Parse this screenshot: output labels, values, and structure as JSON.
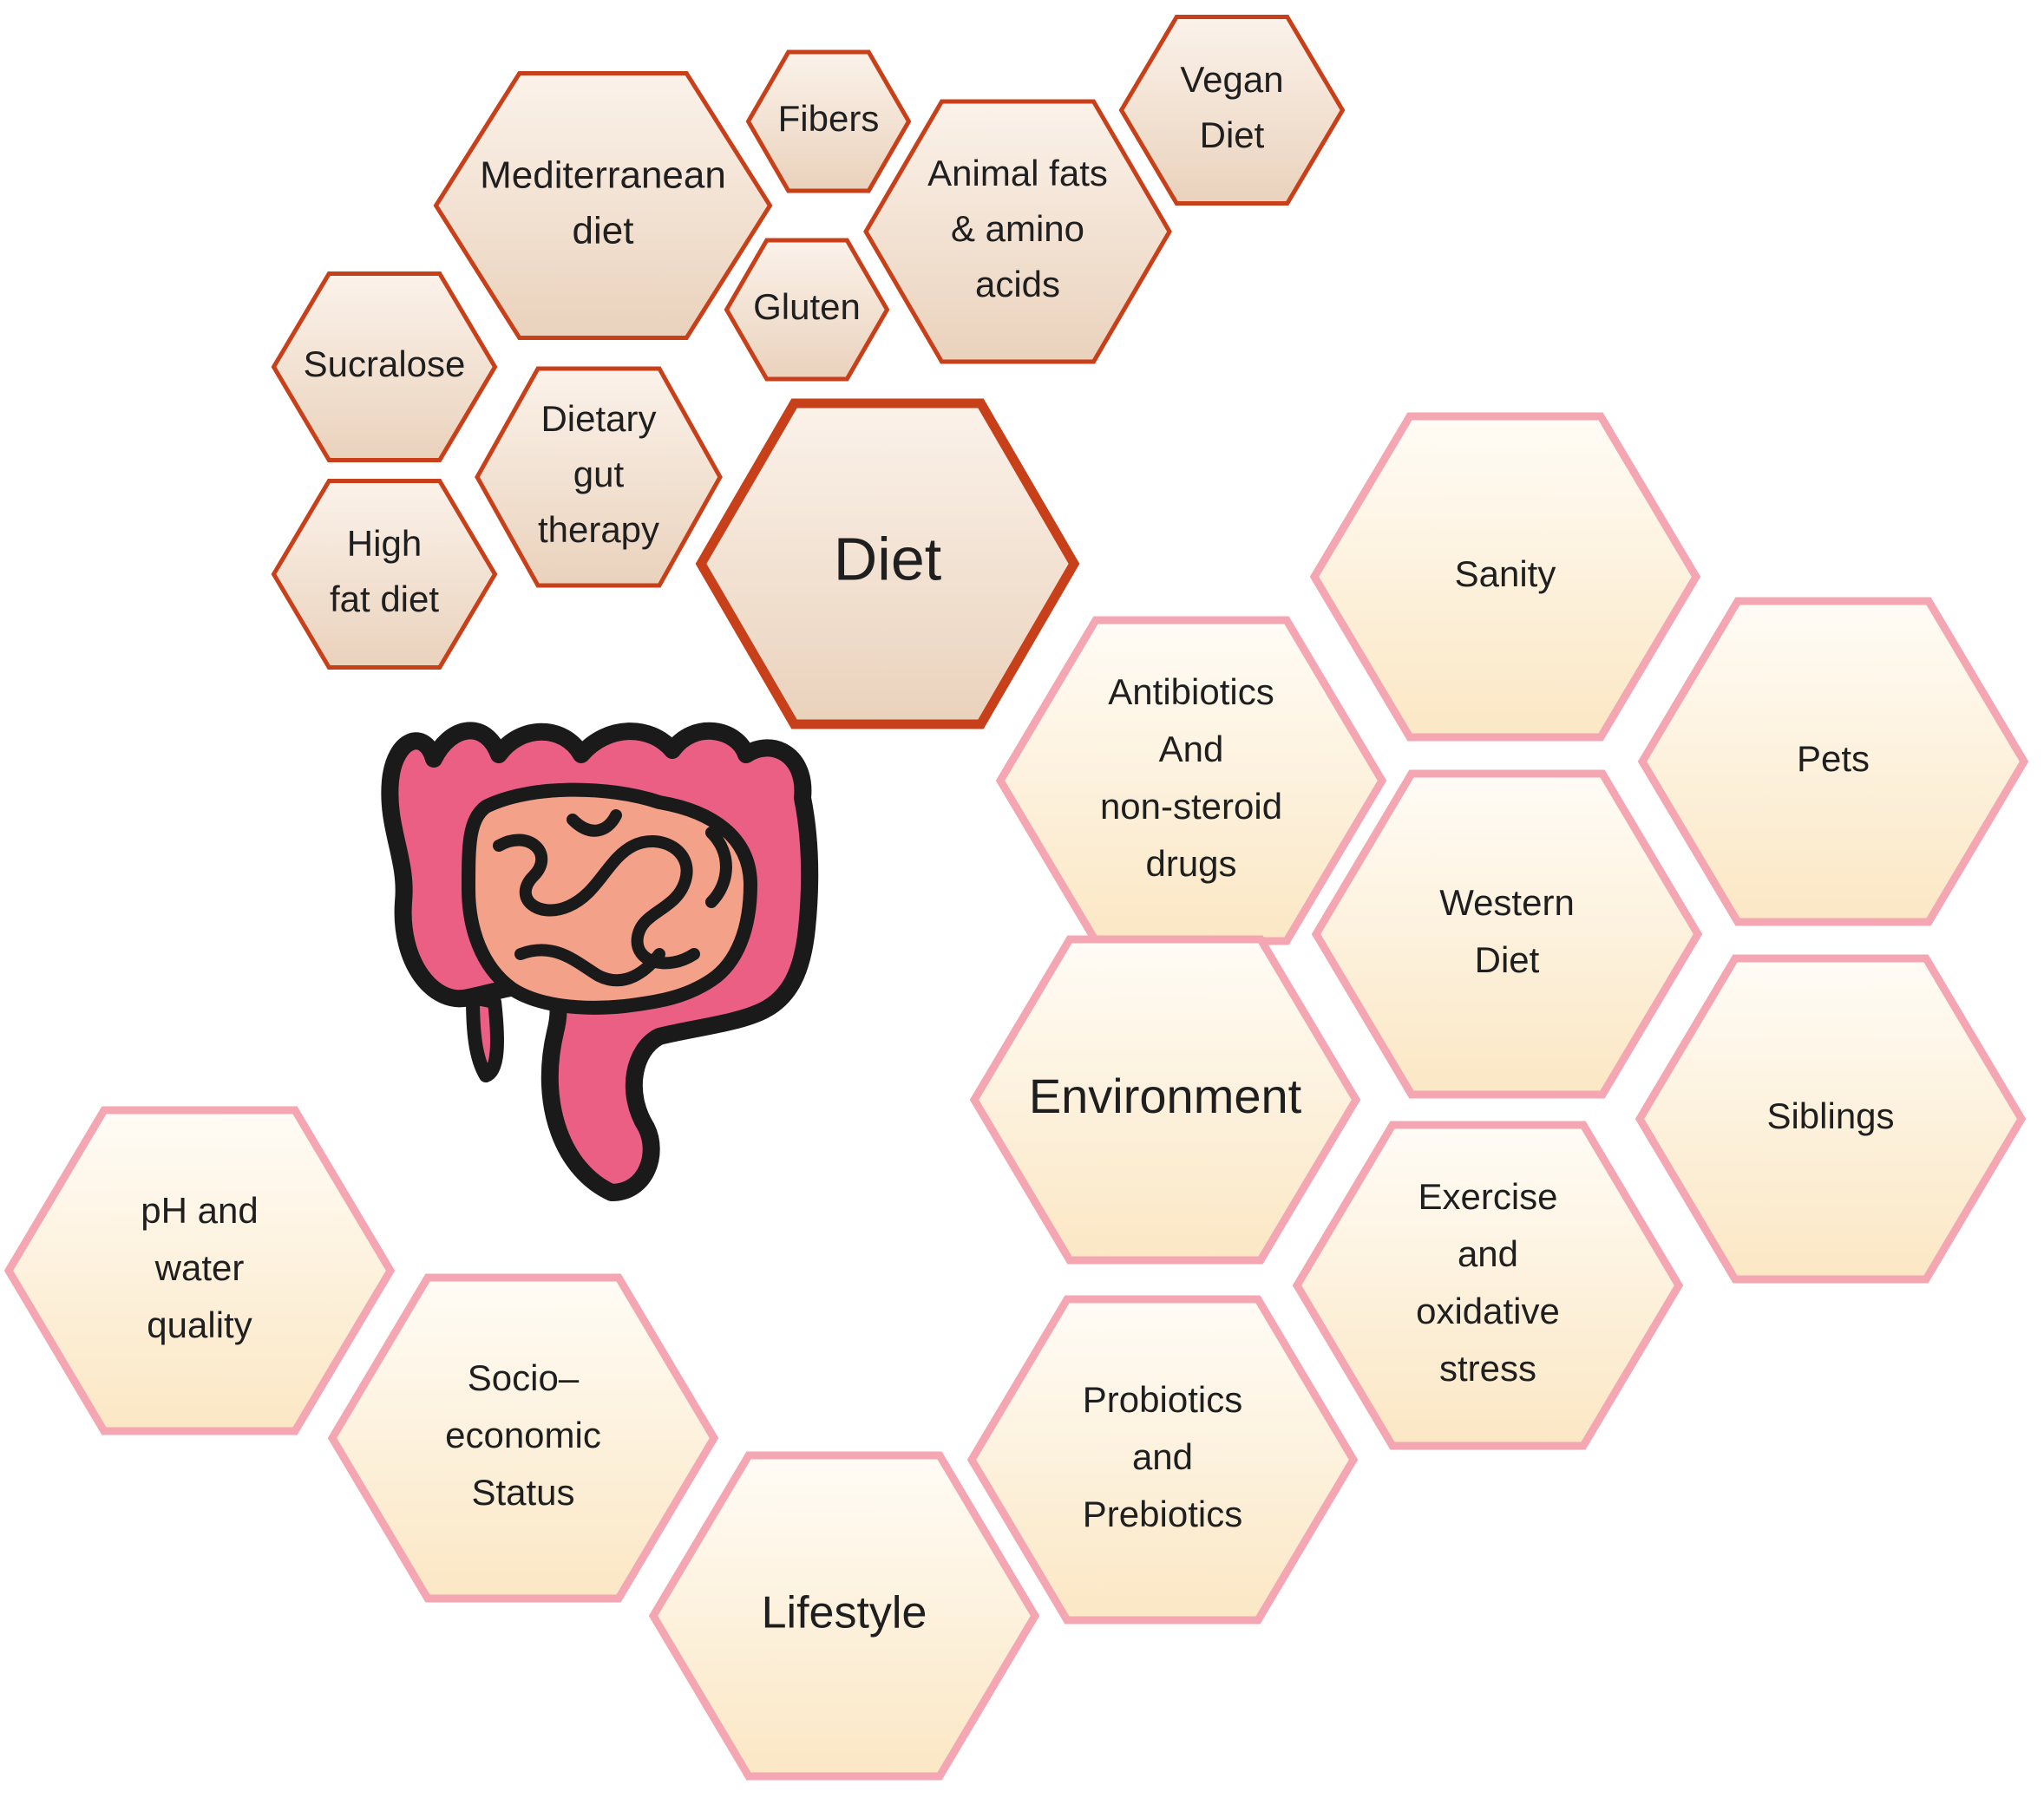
{
  "colors": {
    "diet_stroke": "#c8401a",
    "diet_fill_top": "#fbf2ea",
    "diet_fill_bottom": "#ead2bc",
    "pink_stroke": "#f4a6b3",
    "pink_fill_top": "#fffcf6",
    "pink_fill_bottom": "#fbe7c4",
    "colon_pink": "#ec5f85",
    "colon_inner": "#f4a189",
    "outline": "#1a1a1a"
  },
  "icon": {
    "name": "intestine-icon"
  },
  "hexagons": [
    {
      "id": "diet",
      "group": "diet",
      "main": true,
      "lines": [
        "Diet"
      ]
    },
    {
      "id": "mediterranean",
      "group": "diet",
      "lines": [
        "Mediterranean",
        "diet"
      ]
    },
    {
      "id": "fibers",
      "group": "diet",
      "lines": [
        "Fibers"
      ]
    },
    {
      "id": "gluten",
      "group": "diet",
      "lines": [
        "Gluten"
      ]
    },
    {
      "id": "animal-fats",
      "group": "diet",
      "lines": [
        "Animal fats",
        "& amino",
        "acids"
      ]
    },
    {
      "id": "vegan",
      "group": "diet",
      "lines": [
        "Vegan",
        "Diet"
      ]
    },
    {
      "id": "sucralose",
      "group": "diet",
      "lines": [
        "Sucralose"
      ]
    },
    {
      "id": "dietary-gut",
      "group": "diet",
      "lines": [
        "Dietary",
        "gut",
        "therapy"
      ]
    },
    {
      "id": "high-fat",
      "group": "diet",
      "lines": [
        "High",
        "fat diet"
      ]
    },
    {
      "id": "sanity",
      "group": "environment",
      "lines": [
        "Sanity"
      ]
    },
    {
      "id": "pets",
      "group": "environment",
      "lines": [
        "Pets"
      ]
    },
    {
      "id": "antibiotics",
      "group": "environment",
      "lines": [
        "Antibiotics",
        "And",
        "non-steroid",
        "drugs"
      ]
    },
    {
      "id": "western",
      "group": "environment",
      "lines": [
        "Western",
        "Diet"
      ]
    },
    {
      "id": "environment",
      "group": "environment",
      "main": true,
      "lines": [
        "Environment"
      ]
    },
    {
      "id": "siblings",
      "group": "environment",
      "lines": [
        "Siblings"
      ]
    },
    {
      "id": "exercise",
      "group": "environment",
      "lines": [
        "Exercise",
        "and",
        "oxidative",
        "stress"
      ]
    },
    {
      "id": "probiotics",
      "group": "lifestyle",
      "lines": [
        "Probiotics",
        "and",
        "Prebiotics"
      ]
    },
    {
      "id": "ph-water",
      "group": "lifestyle",
      "lines": [
        "pH and",
        "water",
        "quality"
      ]
    },
    {
      "id": "socio",
      "group": "lifestyle",
      "lines": [
        "Socio–",
        "economic",
        "Status"
      ]
    },
    {
      "id": "lifestyle",
      "group": "lifestyle",
      "main": true,
      "lines": [
        "Lifestyle"
      ]
    }
  ]
}
